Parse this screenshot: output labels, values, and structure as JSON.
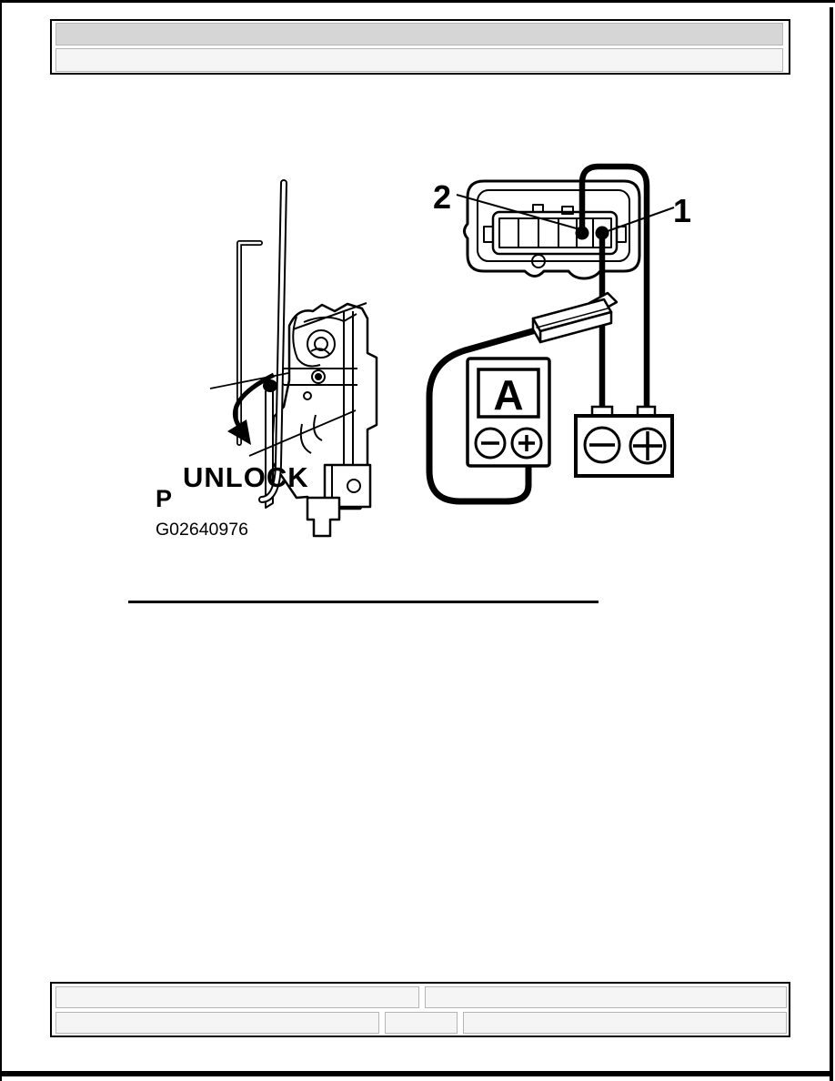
{
  "figure": {
    "callout_2": "2",
    "callout_1": "1",
    "unlock_label": "UNLOCK",
    "position_label": "P",
    "figure_code": "G02640976",
    "ammeter_display": "A"
  },
  "icons": {
    "ammeter_minus_terminal": "minus-circle",
    "ammeter_plus_terminal": "plus-circle",
    "battery_minus_terminal": "minus-circle",
    "battery_plus_terminal": "plus-circle",
    "rotation_arrow": "curved-arrow"
  },
  "colors": {
    "ink": "#000000",
    "page_bg": "#ffffff",
    "table_header_fill": "#d6d6d6",
    "table_cell_fill": "#f5f5f5",
    "table_border": "#000000",
    "cell_border": "#b5b5b5"
  }
}
